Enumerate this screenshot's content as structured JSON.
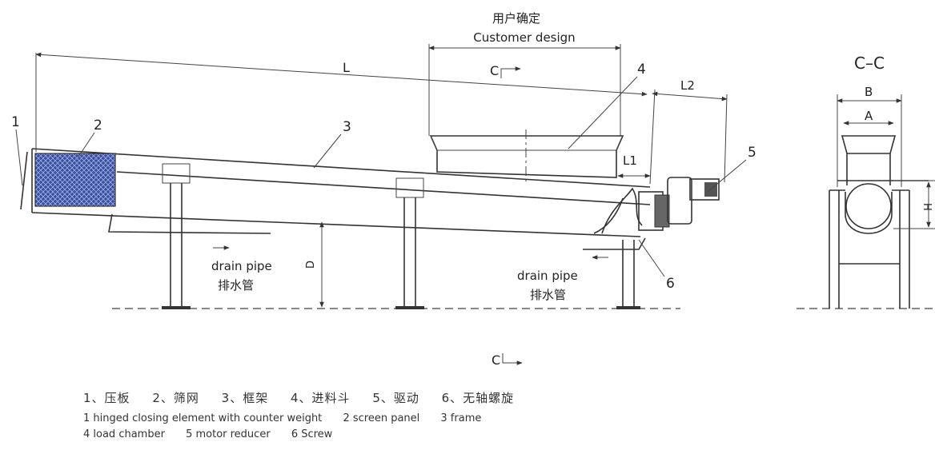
{
  "header": {
    "cn": "用户确定",
    "en": "Customer design"
  },
  "dims": {
    "L": "L",
    "L1": "L1",
    "L2": "L2",
    "D": "D",
    "A": "A",
    "B": "B",
    "H": "H"
  },
  "section": {
    "title": "C–C",
    "mark": "C"
  },
  "callouts": [
    "1",
    "2",
    "3",
    "4",
    "5",
    "6"
  ],
  "drain_left": {
    "en": "drain pipe",
    "cn": "排水管"
  },
  "drain_right": {
    "en": "drain pipe",
    "cn": "排水管"
  },
  "legend_cn": [
    "1、压板",
    "2、筛网",
    "3、框架",
    "4、进料斗",
    "5、驱动",
    "6、无轴螺旋"
  ],
  "legend_en_line1": [
    "1 hinged closing element with counter weight",
    "2 screen panel",
    "3 frame"
  ],
  "legend_en_line2": [
    "4 load chamber",
    "5 motor reducer",
    "6 Screw"
  ],
  "colors": {
    "screen": "#3a4f9e",
    "line": "#333333"
  }
}
